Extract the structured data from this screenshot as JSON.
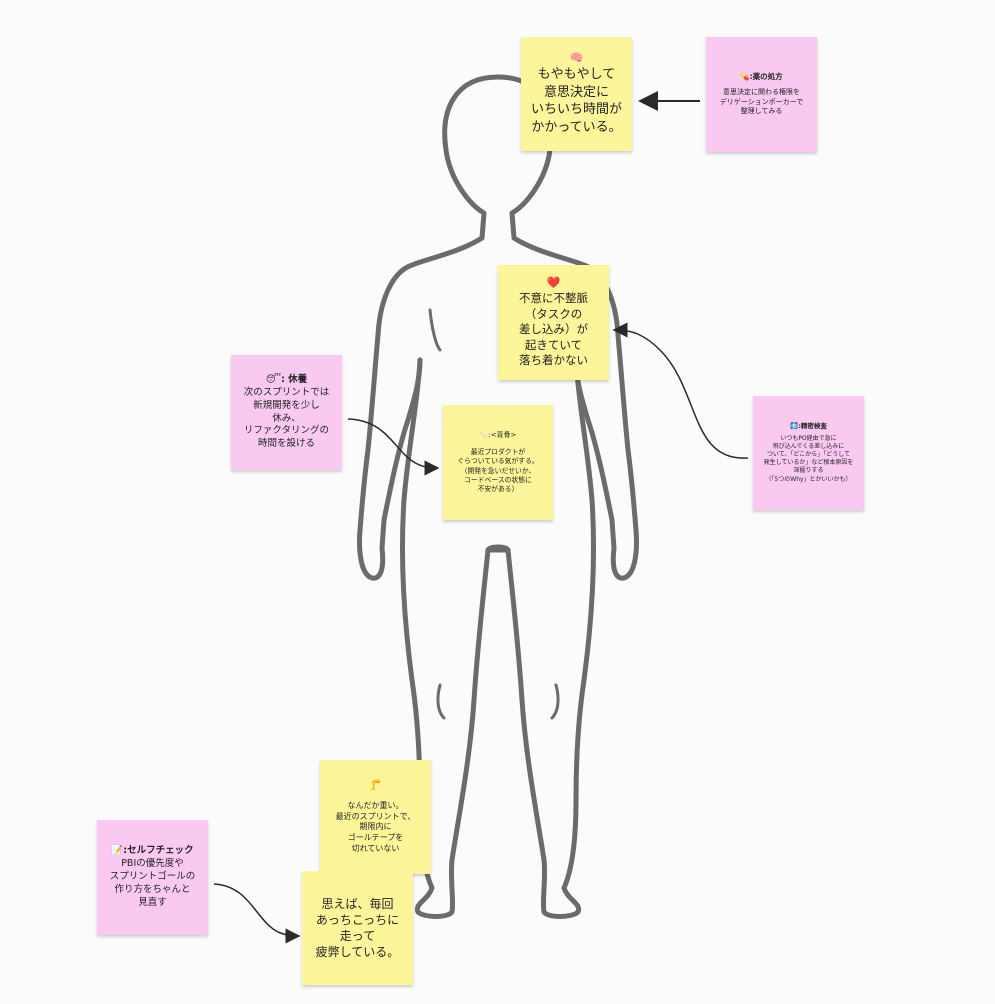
{
  "notes": {
    "head_symptom": {
      "icon": "🧠",
      "text": "もやもやして\n意思決定に\nいちいち時間が\nかかっている。"
    },
    "head_remedy": {
      "icon": "💊",
      "title": ":薬の処方",
      "text": "意思決定に関わる権限を\nデリゲーションポーカーで\n整理してみる"
    },
    "heart_symptom": {
      "icon": "❤️",
      "text": "不意に不整脈\n（タスクの\n差し込み）が\n起きていて\n落ち着かない"
    },
    "heart_remedy": {
      "icon": "🩻",
      "title": ":精密検査",
      "text": "いつもPO経由で急に\n飛び込んでくる差し込みに\nついて、「どこから」「どうして\n発生しているか」など根本原因を\n深掘りする\n（「5つのWhy」とかいいかも）"
    },
    "rest_remedy": {
      "icon": "😴",
      "title": ": 休養",
      "text": "次のスプリントでは\n新規開発を少し\n休み、\nリファクタリングの\n時間を設ける"
    },
    "back_symptom": {
      "icon": "🦴",
      "title": ":<背骨>",
      "text": "最近プロダクトが\nぐらついている気がする。\n（開発を急いだせいか、\nコードベースの状態に\n不安がある）"
    },
    "legs_symptom": {
      "icon": "🦵",
      "text": "なんだか重い。\n最近のスプリントで、\n期限内に\nゴールテープを\n切れていない"
    },
    "feet_symptom": {
      "text": "思えば、毎回\nあっちこっちに\n走って\n疲弊している。"
    },
    "self_check": {
      "icon": "📝",
      "title": ":セルフチェック",
      "text": "PBIの優先度や\nスプリントゴールの\n作り方をちゃんと\n見直す"
    }
  },
  "colors": {
    "symptom": "#fdf59a",
    "remedy": "#f9c9f2",
    "outline": "#6b6b6b",
    "arrow": "#2a2a2a"
  }
}
